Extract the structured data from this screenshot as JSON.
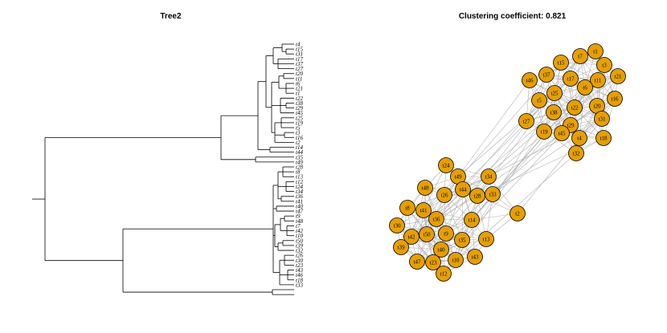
{
  "tree": {
    "title": "Tree2",
    "tips": [
      "t4",
      "t15",
      "t31",
      "t17",
      "t37",
      "t27",
      "t20",
      "t11",
      "t6",
      "t21",
      "t1",
      "t22",
      "t38",
      "t29",
      "t45",
      "t25",
      "t19",
      "t5",
      "t3",
      "t16",
      "t2",
      "t14",
      "t44",
      "t35",
      "t49",
      "t28",
      "t8",
      "t13",
      "t12",
      "t24",
      "t34",
      "t36",
      "t41",
      "t40",
      "t47",
      "t9",
      "t48",
      "t7",
      "t42",
      "t10",
      "t50",
      "t39",
      "t32",
      "t26",
      "t30",
      "t23",
      "t43",
      "t46",
      "t18",
      "t33"
    ],
    "line_color": "#000000"
  },
  "network": {
    "title": "Clustering coefficient: 0.821",
    "node_fill": "#E69F00",
    "node_stroke": "#000000",
    "edge_color": "#B3B3B3",
    "nodes": [
      "t1",
      "t7",
      "t3",
      "t15",
      "t21",
      "t11",
      "t17",
      "t37",
      "t46",
      "t6",
      "t25",
      "t16",
      "t20",
      "t5",
      "t22",
      "t38",
      "t31",
      "t27",
      "t29",
      "t19",
      "t45",
      "t4",
      "t18",
      "t32",
      "t24",
      "t34",
      "t49",
      "t48",
      "t44",
      "t26",
      "t28",
      "t33",
      "t8",
      "t41",
      "t36",
      "t14",
      "t2",
      "t30",
      "t42",
      "t50",
      "t9",
      "t35",
      "t13",
      "t39",
      "t40",
      "t43",
      "t47",
      "t23",
      "t10",
      "t12"
    ]
  }
}
